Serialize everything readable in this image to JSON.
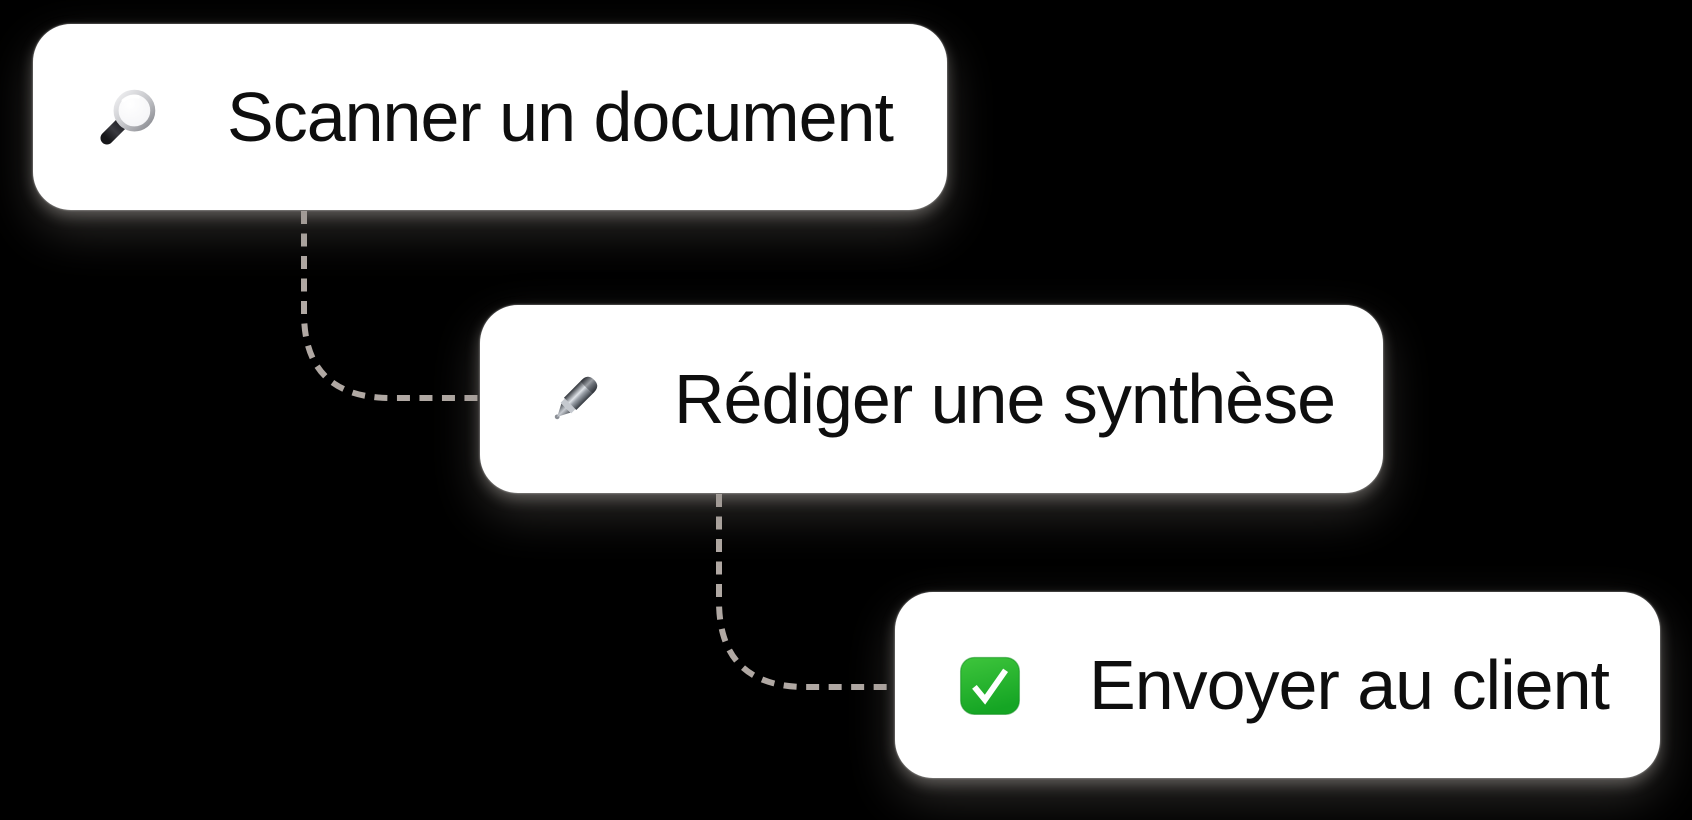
{
  "canvas": {
    "background": "#000000"
  },
  "workflow": {
    "steps": [
      {
        "label": "Scanner un document",
        "icon": "magnifying-glass-emoji"
      },
      {
        "label": "Rédiger une synthèse",
        "icon": "pen-emoji"
      },
      {
        "label": "Envoyer au client",
        "icon": "check-mark-emoji"
      }
    ],
    "connectors": [
      {
        "from": "step-1",
        "to": "step-2",
        "style": "dashed"
      },
      {
        "from": "step-2",
        "to": "step-3",
        "style": "dashed"
      }
    ]
  },
  "colors": {
    "canvas_background": "#000000",
    "card_background": "#ffffff",
    "label_text": "#0e0e0e",
    "connector": "#b0a8a3",
    "check_green_top": "#3ec53c",
    "check_green_bottom": "#15a524"
  }
}
